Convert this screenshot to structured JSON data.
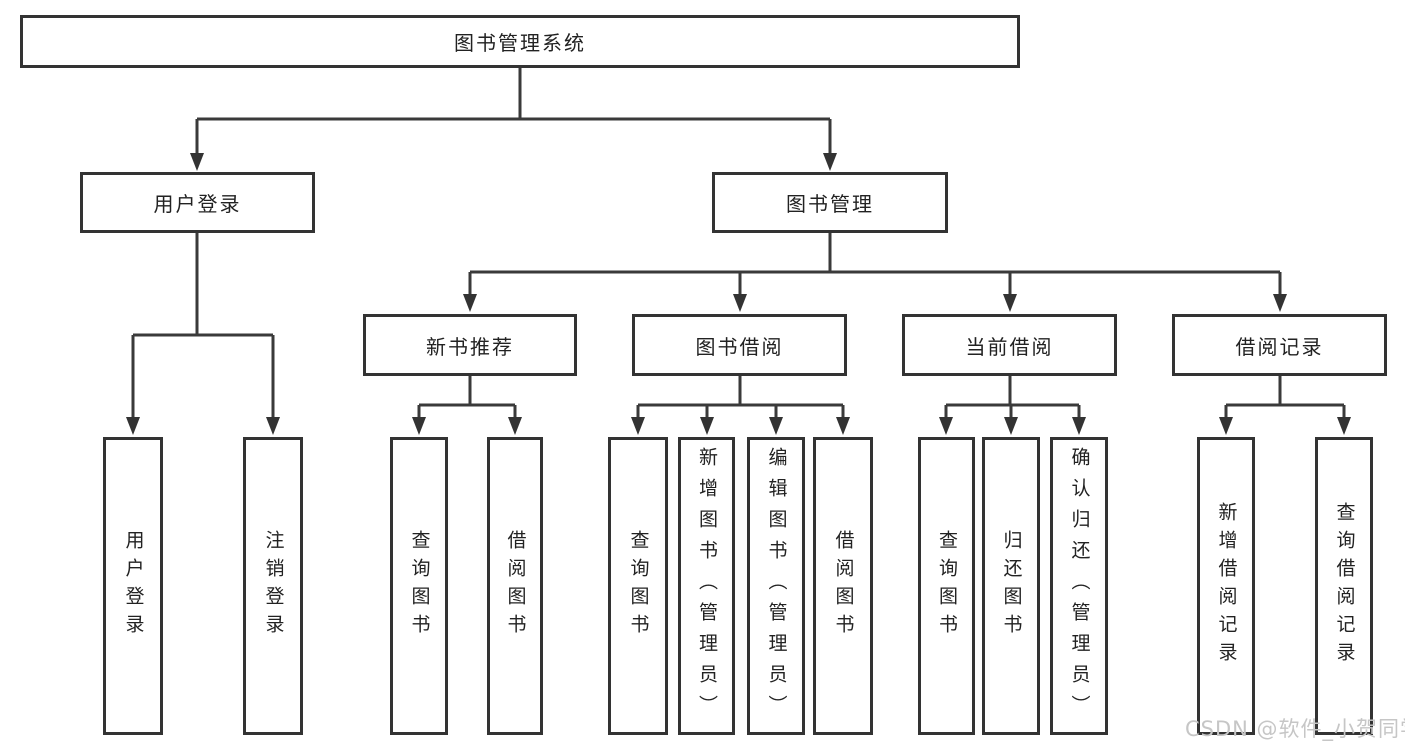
{
  "tree": {
    "root": {
      "label": "图书管理系统"
    },
    "branches": [
      {
        "label": "用户登录",
        "children": [
          {
            "label": "用户登录"
          },
          {
            "label": "注销登录"
          }
        ]
      },
      {
        "label": "图书管理",
        "sections": [
          {
            "label": "新书推荐",
            "children": [
              {
                "label": "查询图书"
              },
              {
                "label": "借阅图书"
              }
            ]
          },
          {
            "label": "图书借阅",
            "children": [
              {
                "label": "查询图书"
              },
              {
                "label": "新增图书（管理员）"
              },
              {
                "label": "编辑图书（管理员）"
              },
              {
                "label": "借阅图书"
              }
            ]
          },
          {
            "label": "当前借阅",
            "children": [
              {
                "label": "查询图书"
              },
              {
                "label": "归还图书"
              },
              {
                "label": "确认归还（管理员）"
              }
            ]
          },
          {
            "label": "借阅记录",
            "children": [
              {
                "label": "新增借阅记录"
              },
              {
                "label": "查询借阅记录"
              }
            ]
          }
        ]
      }
    ]
  },
  "watermark": {
    "text": "CSDN @软件_小贺同学"
  },
  "colors": {
    "line": "#3a3a3a",
    "box_border": "#333333",
    "text": "#222222",
    "watermark": "#c6c6c6",
    "background": "#ffffff"
  }
}
